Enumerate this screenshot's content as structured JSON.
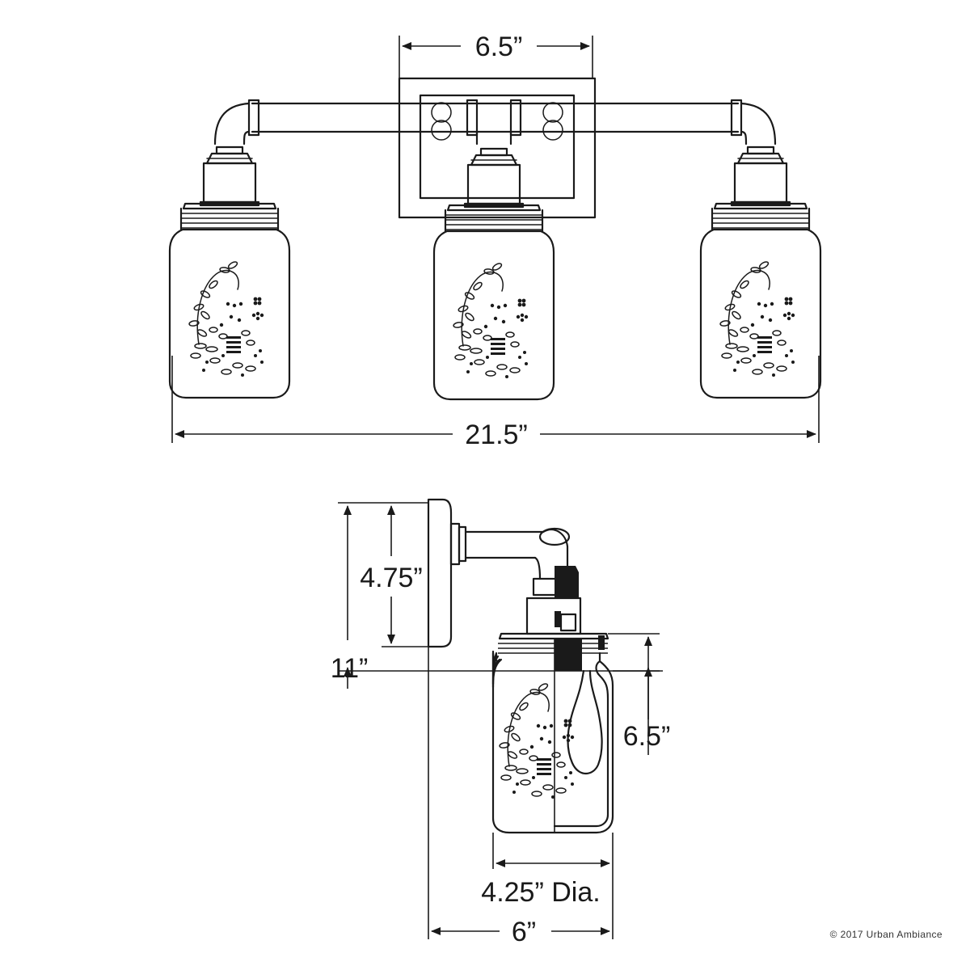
{
  "front_view": {
    "dimensions": {
      "backplate_width": "6.5”",
      "overall_width": "21.5”"
    },
    "shade_count": 3
  },
  "side_view": {
    "dimensions": {
      "overall_height": "11”",
      "backplate_to_arm": "4.75”",
      "shade_height": "6.5”",
      "shade_diameter": "4.25” Dia.",
      "extension": "6”"
    }
  },
  "copyright": "© 2017 Urban Ambiance"
}
